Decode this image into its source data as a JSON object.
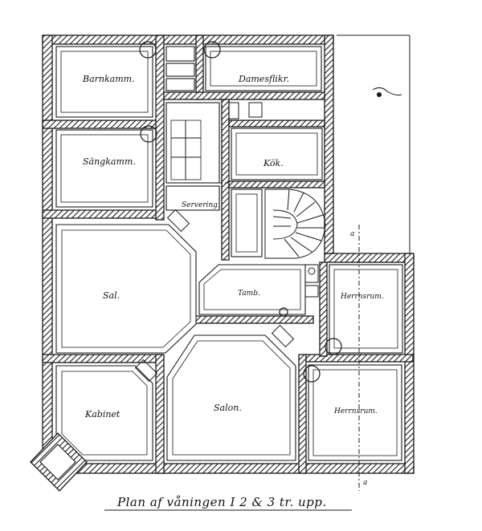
{
  "drawing": {
    "title": "Plan af våningen I 2 & 3 tr. upp.",
    "rooms": {
      "barnkamm": "Barnkamm.",
      "damasrum": "Damesflikr.",
      "sangkamm": "Sängkamm.",
      "kok": "Kök.",
      "servering": "Servering.",
      "sal": "Sal.",
      "tamb": "Tamb.",
      "herrrum_upper": "Herrnsrum.",
      "kabinet": "Kabinet",
      "salon": "Salon.",
      "herrrum_lower": "Herrnsrum."
    }
  },
  "colors": {
    "ink": "#1a1a1a",
    "paper": "#ffffff"
  }
}
